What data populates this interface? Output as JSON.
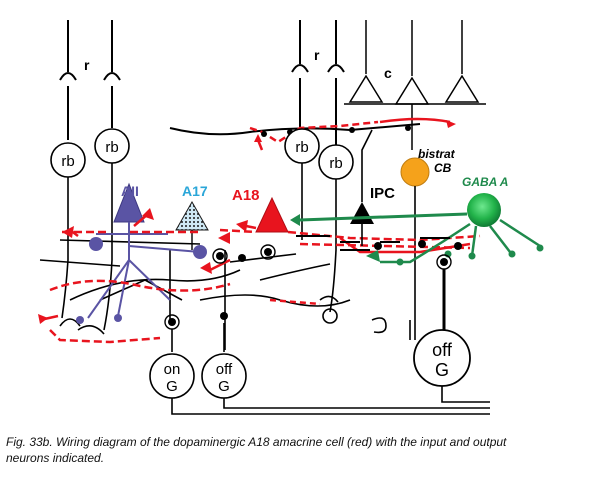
{
  "labels": {
    "rod": "r",
    "cone": "c",
    "rb": "rb",
    "aii": "AII",
    "a17": "A17",
    "a18": "A18",
    "ipc": "IPC",
    "bistrat_1": "bistrat",
    "bistrat_2": "CB",
    "gaba": "GABA A",
    "on_1": "on",
    "on_2": "G",
    "off_1": "off",
    "off_2": "G"
  },
  "caption": {
    "line1": "Fig. 33b. Wiring diagram of the dopaminergic A18 amacrine cell (red) with the input and output",
    "line2": "neurons indicated."
  },
  "colors": {
    "a18": "#e8141e",
    "aii": "#5a54a4",
    "a17": "#2aa6d8",
    "ipc": "#000000",
    "bistrat": "#f5a21b",
    "gaba": "#1f8a4c",
    "line": "#000000"
  }
}
